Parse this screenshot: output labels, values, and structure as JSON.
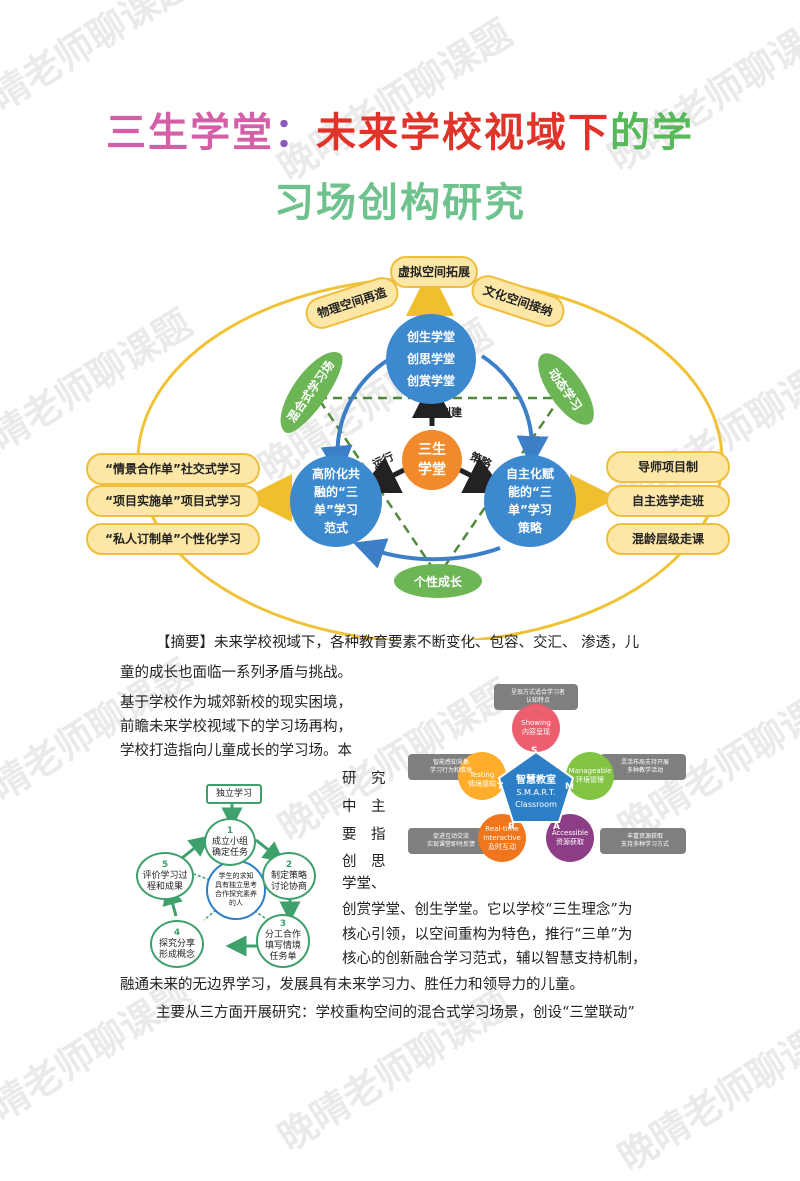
{
  "watermark": "晚晴老师聊课题",
  "title": {
    "part1": "三生学堂",
    "colon": "：",
    "part2": "未来学校视域下",
    "part3": "的学",
    "line2": "习场创构研究"
  },
  "diagram": {
    "top_pills": [
      "物理空间再造",
      "虚拟空间拓展",
      "文化空间接纳"
    ],
    "left_pills": [
      "“情景合作单”社交式学习",
      "“项目实施单”项目式学习",
      "“私人订制单”个性化学习"
    ],
    "right_pills": [
      "导师项目制",
      "自主选学走班",
      "混龄层级走课"
    ],
    "top_circle": [
      "创生学堂",
      "创思学堂",
      "创赏学堂"
    ],
    "center": [
      "三生",
      "学堂"
    ],
    "left_circle": [
      "高阶化共",
      "融的“三",
      "单”学习",
      "范式"
    ],
    "right_circle": [
      "自主化赋",
      "能的“三",
      "单”学习",
      "策略"
    ],
    "leaf_left": "混合式学习场",
    "leaf_right": "动态学习",
    "leaf_bottom": "个性成长",
    "arrow_create": "创建",
    "arrow_run": "运行",
    "arrow_strategy": "策略"
  },
  "smart": {
    "center_title": "智慧教室",
    "center_sub1": "S.M.A.R.T.",
    "center_sub2": "Classroom",
    "showing": [
      "Showing",
      "内容呈现"
    ],
    "manageable": [
      "Manageable",
      "环境管理"
    ],
    "accessible": [
      "Accessible",
      "资源获取"
    ],
    "realtime": [
      "Real-time",
      "Interactive",
      "及时互动"
    ],
    "testing": [
      "Testing",
      "情境感知"
    ],
    "letters": [
      "S",
      "M",
      "A",
      "R",
      "T"
    ],
    "note_top": [
      "呈现方式适合学习者",
      "认知特点"
    ],
    "note_right1": [
      "灵活布局支持开展",
      "多种教学活动"
    ],
    "note_right2": [
      "丰富资源获取",
      "支持多种学习方式"
    ],
    "note_left1": [
      "智能感知采集",
      "学习行为和情境"
    ],
    "note_left2": [
      "促进互动交流",
      "实现课堂即时反馈"
    ]
  },
  "cycle": {
    "top": "独立学习",
    "center": [
      "学生的求知",
      "具有独立思考",
      "合作探究素养",
      "的人"
    ],
    "nodes": [
      [
        "1",
        "成立小组",
        "确定任务"
      ],
      [
        "2",
        "制定策略",
        "讨论协商"
      ],
      [
        "3",
        "分工合作",
        "填写情境",
        "任务单"
      ],
      [
        "4",
        "探究分享",
        "形成概念"
      ],
      [
        "5",
        "评价学习过",
        "程和成果"
      ]
    ]
  },
  "text": {
    "l1": "【摘要】未来学校视域下，各种教育要素不断变化、包容、交汇、 渗透，儿",
    "l2": "童的成长也面临一系列矛盾与挑战。",
    "l3": "基于学校作为城郊新校的现实困境，",
    "l4": "前瞻未来学校视域下的学习场再构，",
    "l5": "学校打造指向儿童成长的学习场。本",
    "v1": "研　究",
    "v2": "中　主",
    "v3": "要　指",
    "v4": "创　思",
    "v5": "学堂、",
    "l6": "创赏学堂、创生学堂。它以学校“三生理念”为",
    "l7": "核心引领，以空间重构为特色，推行“三单”为",
    "l8": "核心的创新融合学习范式，辅以智慧支持机制，",
    "l9": "融通未来的无边界学习，发展具有未来学习力、胜任力和领导力的儿童。",
    "l10": "主要从三方面开展研究：学校重构空间的混合式学习场景，创设“三堂联动”"
  }
}
